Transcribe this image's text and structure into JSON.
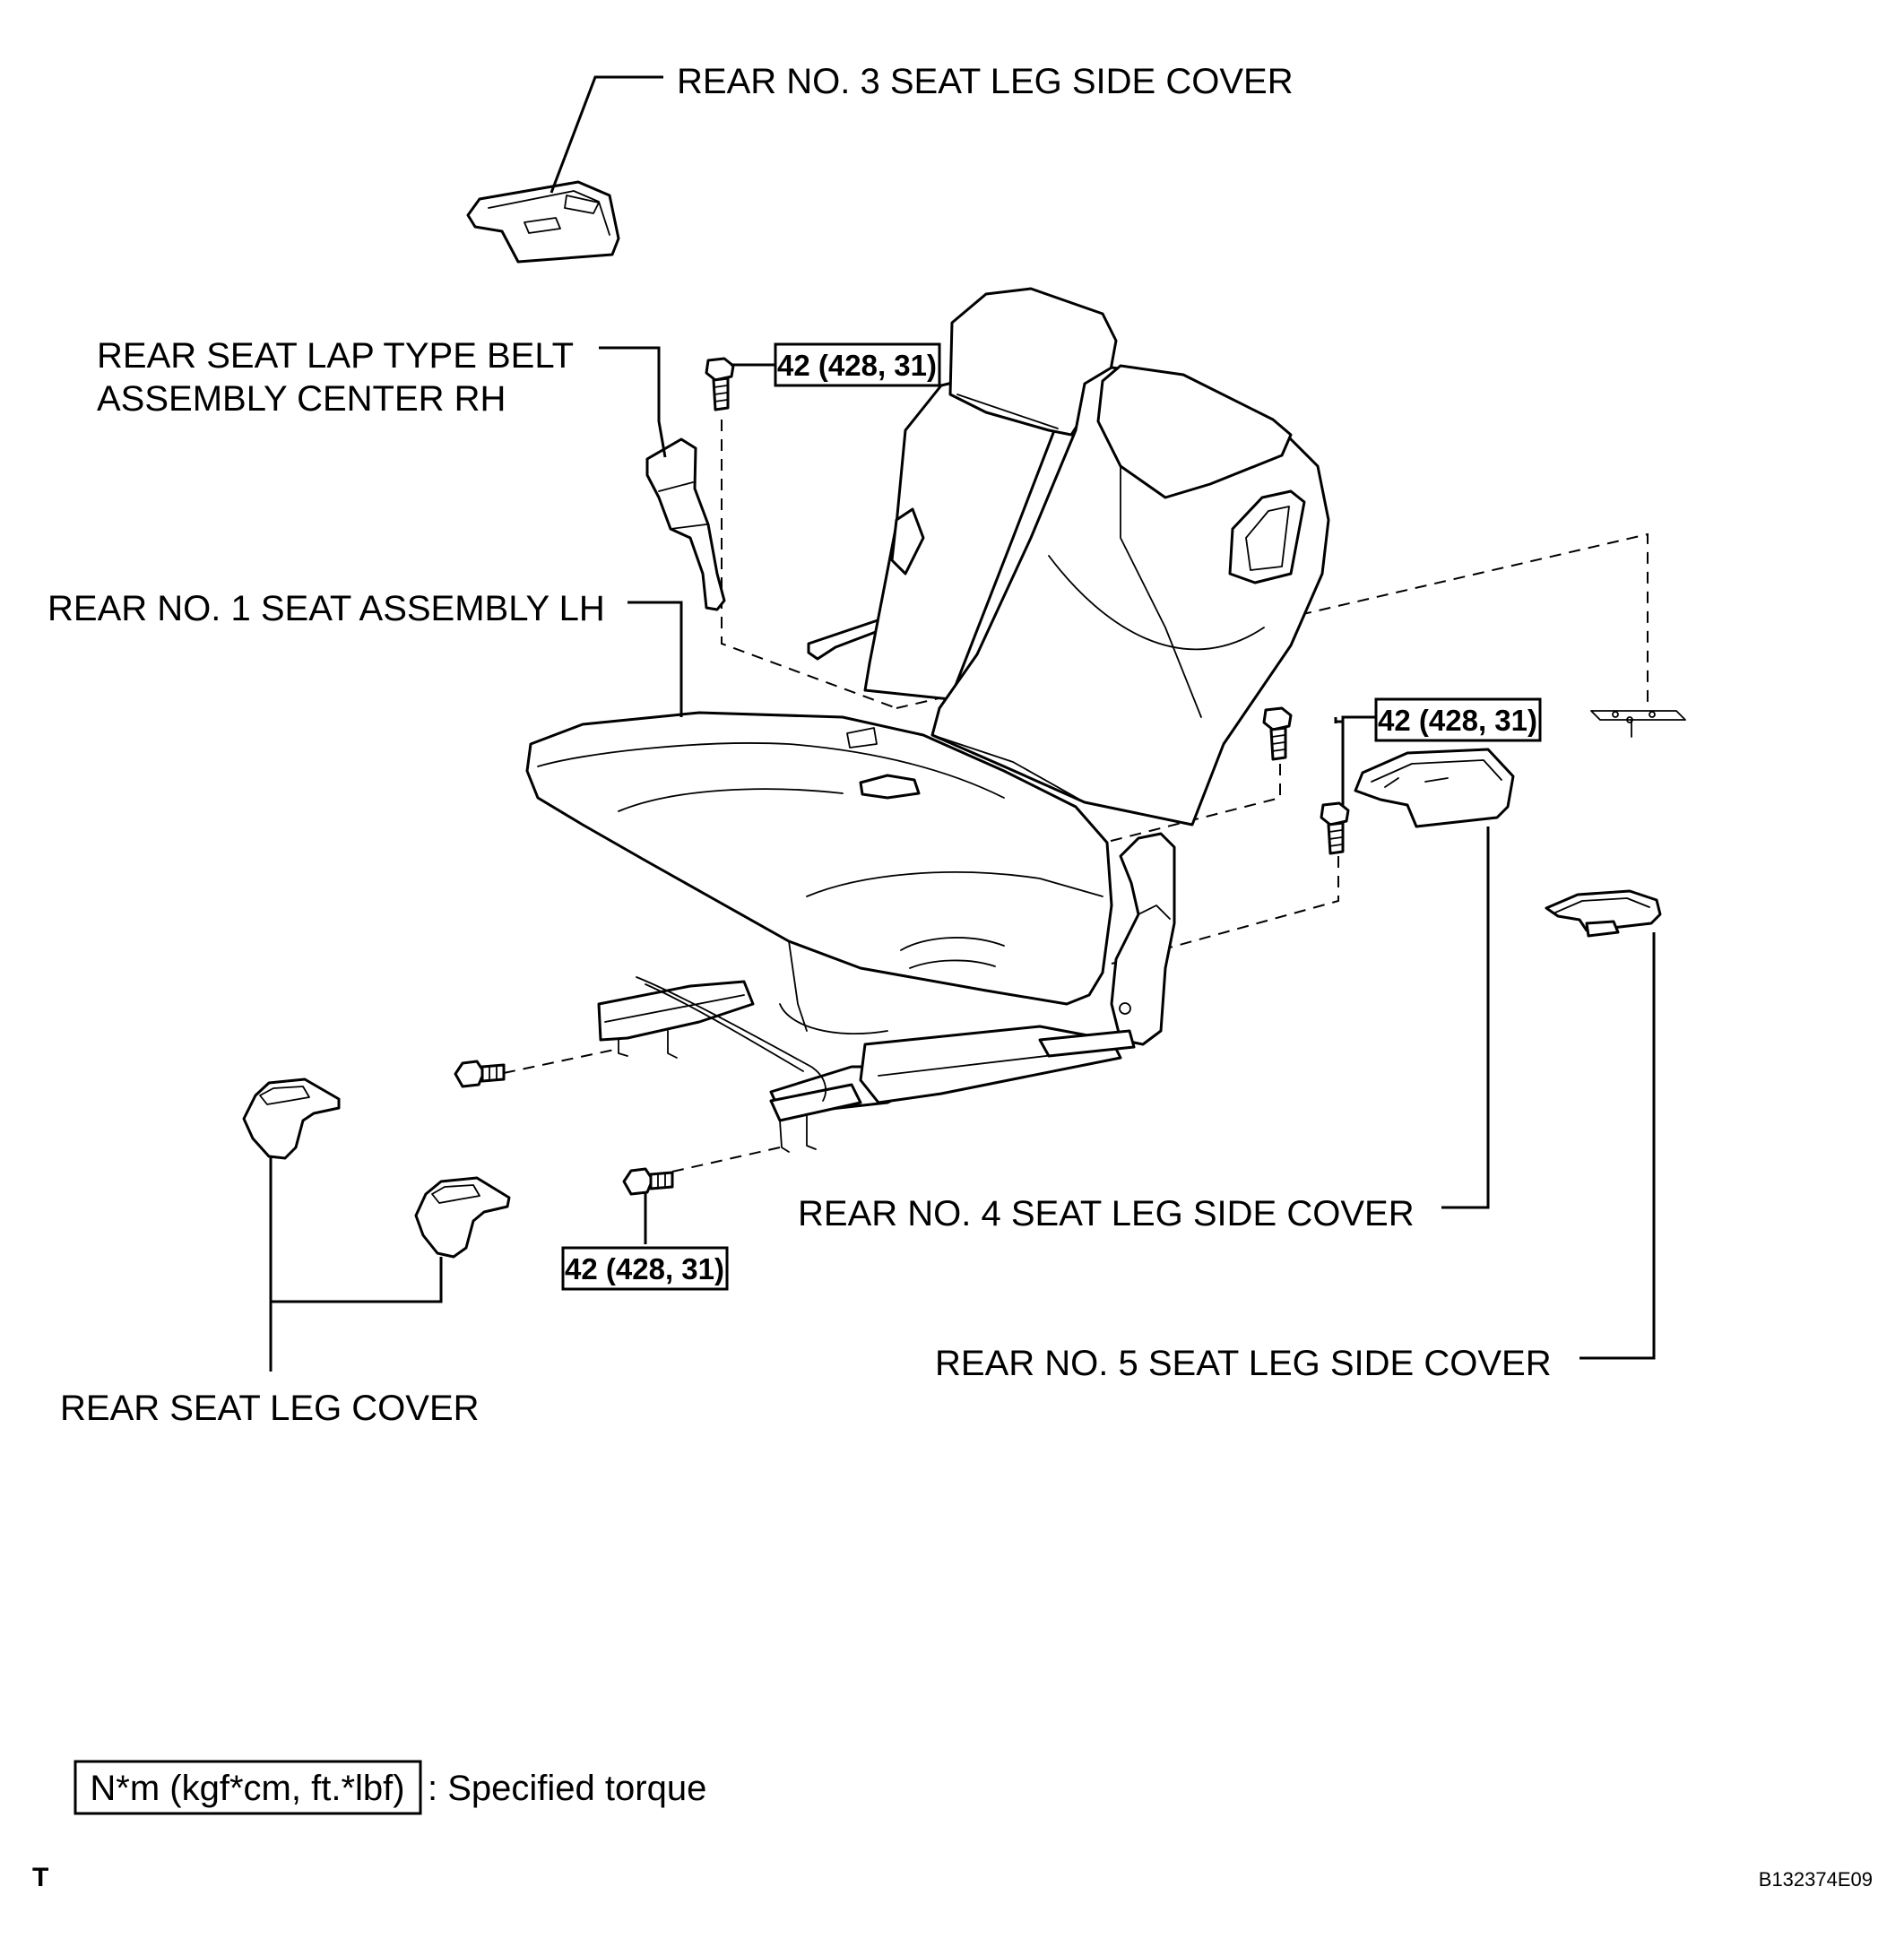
{
  "labels": {
    "no3_side_cover": "REAR NO. 3 SEAT LEG SIDE COVER",
    "lap_belt_line1": "REAR SEAT LAP TYPE BELT",
    "lap_belt_line2": "ASSEMBLY CENTER RH",
    "seat_assembly": "REAR NO. 1 SEAT ASSEMBLY LH",
    "no4_side_cover": "REAR NO. 4 SEAT LEG SIDE COVER",
    "no5_side_cover": "REAR NO. 5 SEAT LEG SIDE COVER",
    "leg_cover": "REAR SEAT LEG COVER"
  },
  "torque_specs": {
    "top_bolt": "42 (428, 31)",
    "right_bolt": "42 (428, 31)",
    "bottom_bolt": "42 (428, 31)"
  },
  "legend": {
    "unit_box": "N*m (kgf*cm, ft.*lbf)",
    "description": ": Specified torque"
  },
  "footer": {
    "corner_mark": "T",
    "figure_code": "B132374E09"
  }
}
